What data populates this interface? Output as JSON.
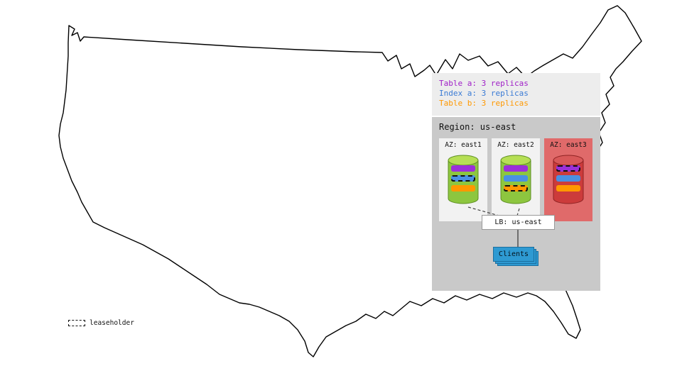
{
  "legend": {
    "items": [
      {
        "label": "Table a: 3 replicas",
        "color": "#a020c8"
      },
      {
        "label": "Index a: 3 replicas",
        "color": "#3a7bd5"
      },
      {
        "label": "Table b: 3 replicas",
        "color": "#ff9900"
      }
    ]
  },
  "region": {
    "title": "Region: us-east",
    "azs": [
      {
        "label": "AZ: east1"
      },
      {
        "label": "AZ: east2"
      },
      {
        "label": "AZ: east3"
      }
    ],
    "lb_label": "LB: us-east",
    "clients_label": "Clients"
  },
  "map_legend": {
    "leaseholder_label": "leaseholder"
  },
  "colors": {
    "replica_table_a": "#9b30d9",
    "replica_index_a": "#4a90e2",
    "replica_table_b": "#ff9800",
    "cylinder_green": "#8dc63f",
    "cylinder_red": "#cc3b3b",
    "az_down_bg": "#e06a6a",
    "legend_bg": "#ededed",
    "region_bg": "#c9c9c9",
    "clients_blue": "#2e9ad2"
  }
}
